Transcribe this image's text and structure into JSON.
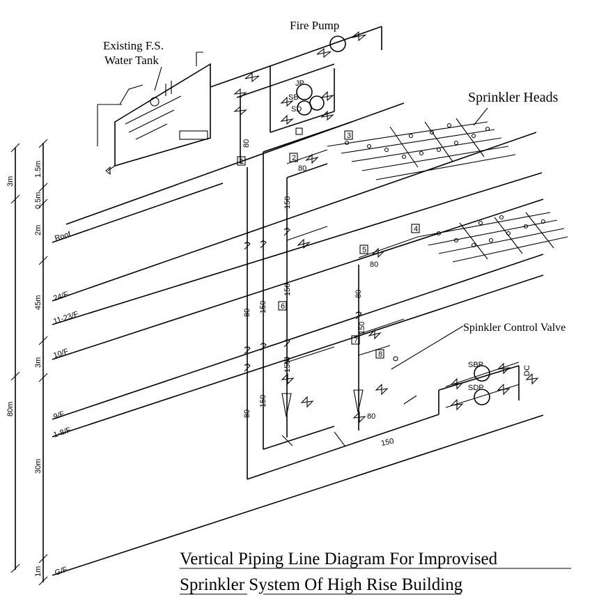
{
  "labels": {
    "fire_pump": "Fire Pump",
    "tank_line1": "Existing F.S.",
    "tank_line2": "Water Tank",
    "sprinkler_heads": "Sprinkler Heads",
    "control_valve": "Spinkler Control Valve"
  },
  "title": {
    "line1": "Vertical Piping Line Diagram For Improvised",
    "line2": "Sprinkler System Of High Rise Building"
  },
  "floors": [
    "Roof",
    "24/F",
    "11-23/F",
    "10/F",
    "9/F",
    "1-8/F",
    "G/F"
  ],
  "dimensions": [
    "3m",
    "1.5m",
    "0.5m",
    "2m",
    "45m",
    "3m",
    "80m",
    "30m",
    "1m"
  ],
  "pipe_sizes": [
    "80",
    "150",
    "80",
    "150",
    "150",
    "80",
    "150",
    "80",
    "150",
    "80",
    "150",
    "80",
    "150",
    "80"
  ],
  "pump_tags": [
    "JP",
    "SB",
    "SD",
    "SBP",
    "SDP",
    "DC"
  ],
  "zone_tags": [
    "1",
    "2",
    "3",
    "4",
    "5",
    "6",
    "7",
    "8"
  ]
}
